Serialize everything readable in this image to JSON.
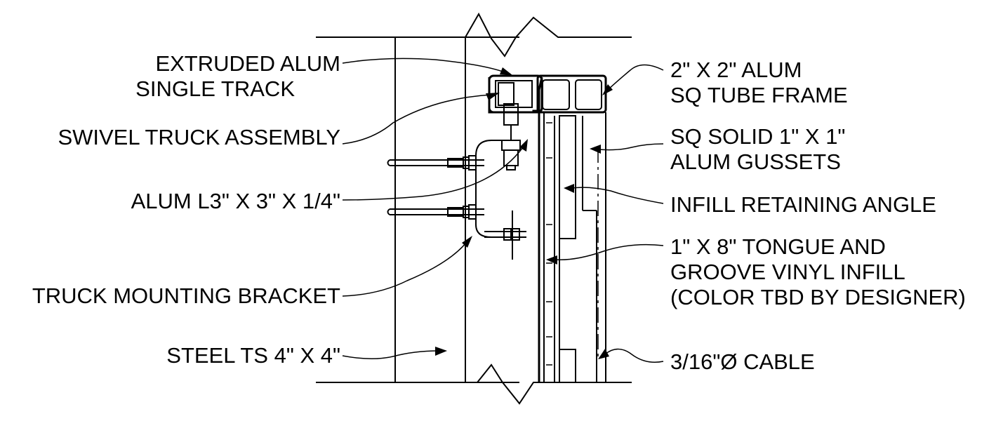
{
  "labels": {
    "extruded_track_1": "EXTRUDED ALUM",
    "extruded_track_2": "SINGLE TRACK",
    "swivel_truck": "SWIVEL TRUCK ASSEMBLY",
    "alum_angle": "ALUM L3\" X 3\" X 1/4\"",
    "truck_bracket": "TRUCK MOUNTING BRACKET",
    "steel_ts": "STEEL TS 4\" X 4\"",
    "tube_frame_1": "2\" X 2\" ALUM",
    "tube_frame_2": "SQ TUBE FRAME",
    "gussets_1": "SQ SOLID 1\" X 1\"",
    "gussets_2": "ALUM GUSSETS",
    "retaining_angle": "INFILL RETAINING ANGLE",
    "infill_1": "1\" X 8\" TONGUE AND",
    "infill_2": "GROOVE VINYL INFILL",
    "infill_3": "(COLOR TBD BY DESIGNER)",
    "cable": "3/16\"Ø CABLE"
  },
  "colors": {
    "line": "#000000",
    "background": "#ffffff"
  }
}
